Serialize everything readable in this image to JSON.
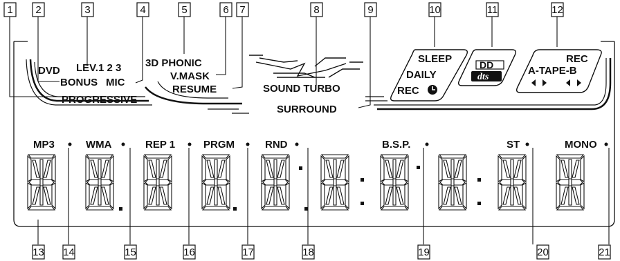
{
  "callouts": [
    "1",
    "2",
    "3",
    "4",
    "5",
    "6",
    "7",
    "8",
    "9",
    "10",
    "11",
    "12",
    "13",
    "14",
    "15",
    "16",
    "17",
    "18",
    "19",
    "20",
    "21"
  ],
  "indicators": {
    "dvd": "DVD",
    "lev": "LEV.1 2 3",
    "bonus": "BONUS",
    "mic": "MIC",
    "progressive": "PROGRESSIVE",
    "phonic": "3D PHONIC",
    "vmask": "V.MASK",
    "resume": "RESUME",
    "sound_turbo": "SOUND TURBO",
    "surround": "SURROUND",
    "sleep": "SLEEP",
    "daily": "DAILY",
    "rec_timer": "REC",
    "dolby": "DD",
    "dts": "dts",
    "rec": "REC",
    "atape": "A-TAPE-B"
  },
  "digit_labels": [
    "MP3",
    "WMA",
    "REP 1",
    "PRGM",
    "RND",
    "B.S.P.",
    "ST",
    "MONO"
  ]
}
